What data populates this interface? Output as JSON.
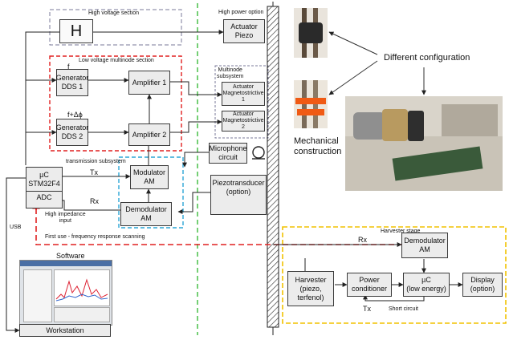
{
  "sections": {
    "high_voltage": "High voltage section",
    "low_voltage": "Low voltage multinode section",
    "transmission": "transmission subsystem",
    "multinode": "Multinode\nsubsystem",
    "harvester_stage": "Harvester stage"
  },
  "labels": {
    "high_power": "High power option",
    "f": "f",
    "f_dphi": "f+Δϕ",
    "tx": "Tx",
    "rx": "Rx",
    "high_impedance": "High impedance\ninput",
    "usb": "USB",
    "first_use": "First use - frequency response scanning",
    "software": "Software",
    "different_configuration": "Different configuration",
    "mechanical": "Mechanical\nconstruction",
    "harv_rx": "Rx",
    "harv_tx": "Tx",
    "short_circuit": "Short circuit"
  },
  "blocks": {
    "h": "H",
    "actuator_piezo": "Actuator\nPiezo",
    "gen1": "Generator\nDDS 1",
    "gen2": "Generator\nDDS 2",
    "amp1": "Amplifier 1",
    "amp2": "Amplifier 2",
    "act_mag1": "Actuator\nMagnetostrictive\n1",
    "act_mag2": "Actuator\nMagnetostrictive\n2",
    "microphone": "Microphone\ncircuit",
    "mcu_title": "µC\nSTM32F4",
    "adc": "ADC",
    "modulator": "Modulator\nAM",
    "demodulator": "Demodulator\nAM",
    "piezotransducer": "Piezotransducer\n(option)",
    "workstation": "Workstation",
    "harv_demod": "Demodulator\nAM",
    "harvester": "Harvester\n(piezo,\nterfenol)",
    "power_conditioner": "Power\nconditioner",
    "uc_low": "µC\n(low energy)",
    "display": "Display\n(option)"
  },
  "colors": {
    "red_dash": "#e02020",
    "gray_dash": "#7a7a99",
    "cyan_dash": "#2aa6d6",
    "green_dash": "#2bb52b",
    "yellow_dash": "#f2c200",
    "photo_orange": "#f05a14"
  },
  "icons": {
    "microphone": "microphone-symbol-icon",
    "piezo": "piezo-element-icon",
    "screen": "software-window-icon"
  }
}
